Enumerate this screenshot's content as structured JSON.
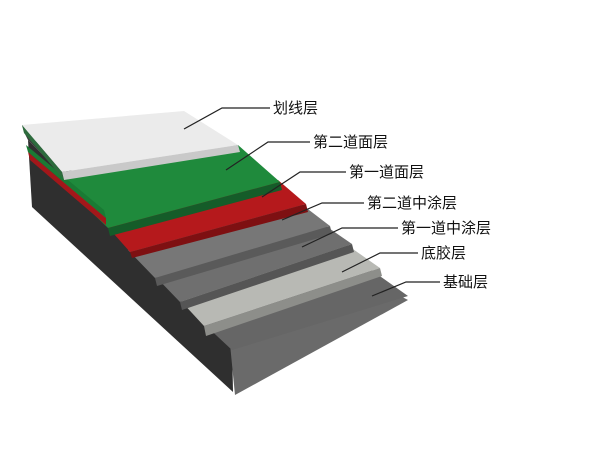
{
  "layers": [
    {
      "key": "marking",
      "label": "划线层",
      "color": "#e8e8e8"
    },
    {
      "key": "top_coat_2",
      "label": "第二道面层",
      "color": "#1f8a3c"
    },
    {
      "key": "top_coat_1",
      "label": "第一道面层",
      "color": "#b5191c"
    },
    {
      "key": "mid_coat_2",
      "label": "第二道中涂层",
      "color": "#767676"
    },
    {
      "key": "mid_coat_1",
      "label": "第一道中涂层",
      "color": "#6e6e6e"
    },
    {
      "key": "primer",
      "label": "底胶层",
      "color": "#b7b8b3"
    },
    {
      "key": "base",
      "label": "基础层",
      "color": "#6b6b6b"
    }
  ],
  "colors": {
    "leader_line": "#222222",
    "left_face_dark": "#333333"
  }
}
